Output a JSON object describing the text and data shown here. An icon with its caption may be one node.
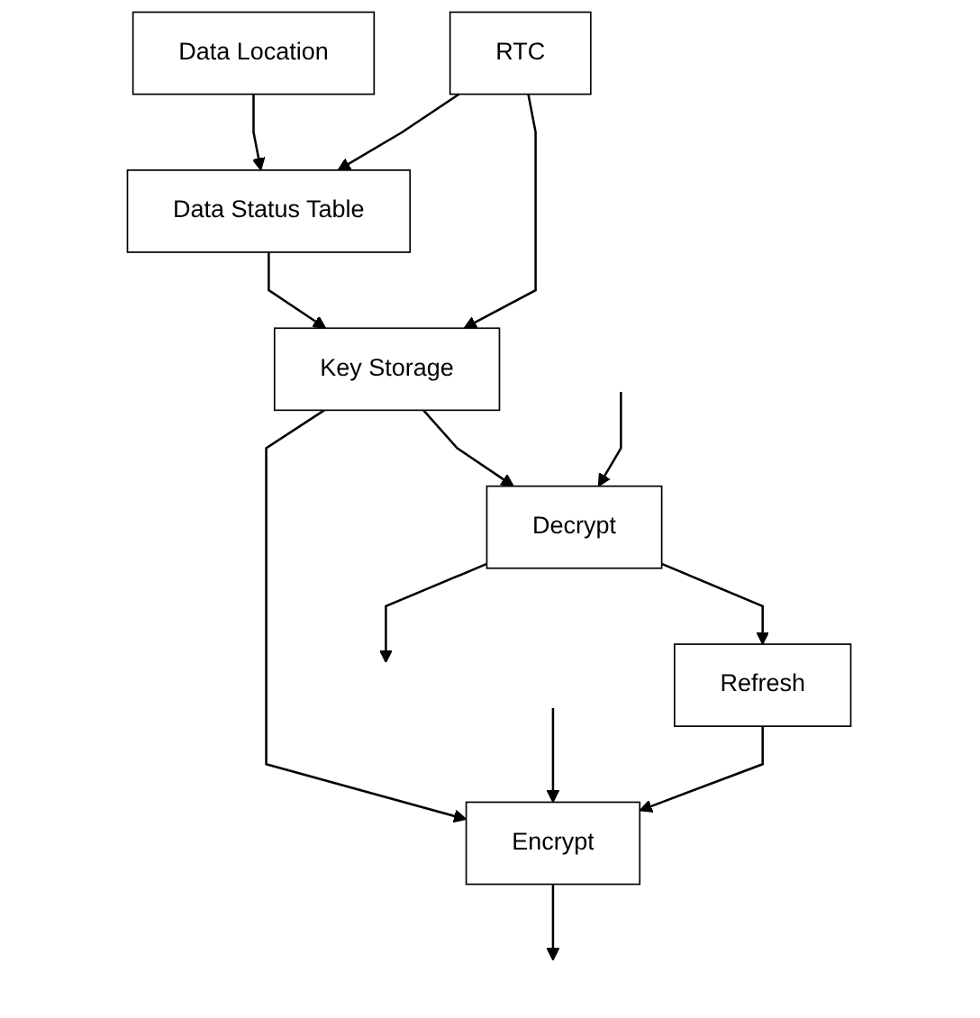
{
  "diagram": {
    "nodes": [
      {
        "text": [
          "Data Location"
        ]
      },
      {
        "text": [
          "RTC"
        ]
      },
      {
        "text": [
          "Data Status Table"
        ]
      },
      {
        "text": [
          "Refresh"
        ]
      },
      {
        "text": [
          "Key Storage"
        ]
      },
      {
        "text": [
          "Encrypt"
        ]
      },
      {
        "text": [
          "Decrypt"
        ]
      }
    ],
    "edges": [
      {
        "from": 0,
        "to": 2,
        "arrow": "to"
      },
      {
        "from": 1,
        "to": 2,
        "arrow": "to"
      },
      {
        "from": 1,
        "to": 4,
        "arrow": "to"
      },
      {
        "from": 2,
        "to": 4,
        "arrow": "to"
      },
      {
        "from": 4,
        "to": 5,
        "arrow": "to"
      },
      {
        "from": 4,
        "to": 6,
        "arrow": "to"
      },
      {
        "from": 6,
        "to": null,
        "arrow": "to"
      },
      {
        "from": 6,
        "to": 3,
        "arrow": "to"
      },
      {
        "from": 3,
        "to": 5,
        "arrow": "to"
      },
      {
        "from": null,
        "to": 5,
        "arrow": "to"
      },
      {
        "from": 5,
        "to": null,
        "arrow": "to"
      },
      {
        "from": null,
        "to": 6,
        "arrow": "to"
      }
    ]
  }
}
